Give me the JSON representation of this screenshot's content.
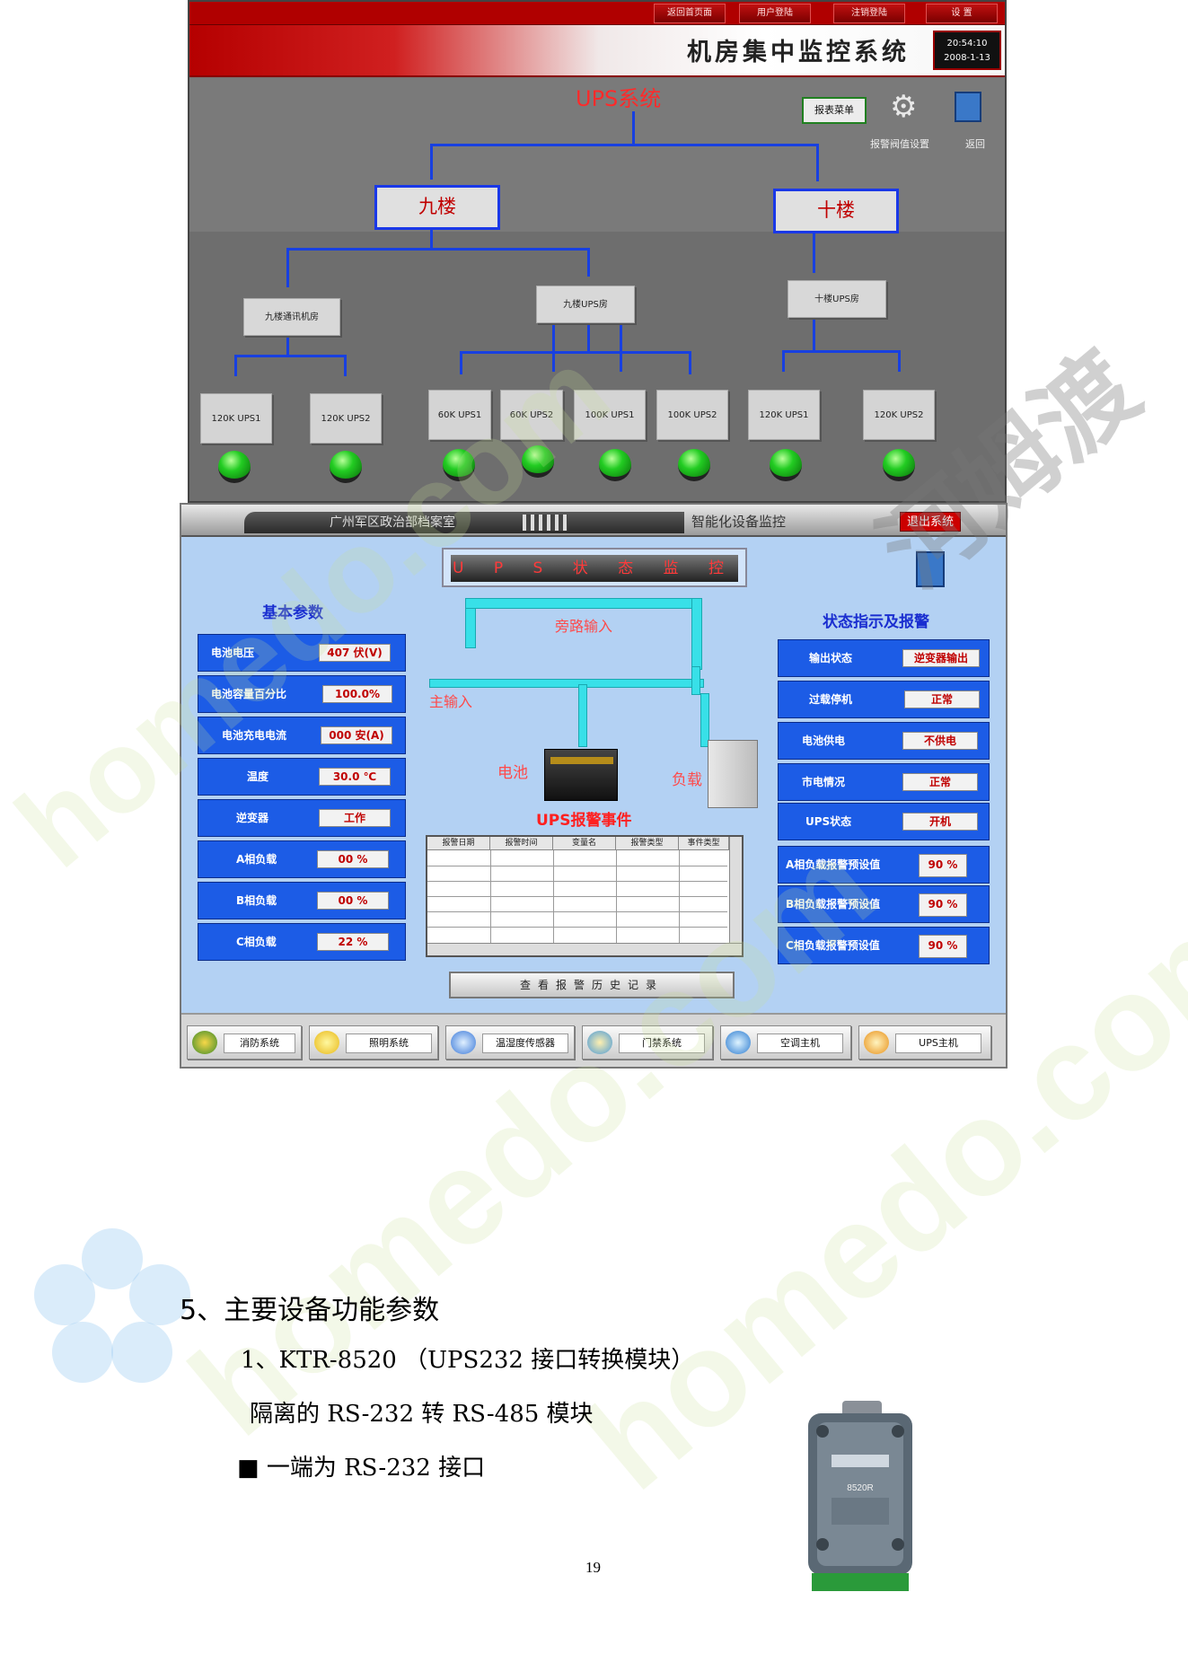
{
  "watermark": {
    "brand_text": "homedo.com",
    "cn_text": "河姆渡"
  },
  "screen1": {
    "nav_buttons": [
      "返回首页面",
      "用户登陆",
      "注销登陆",
      "设  置"
    ],
    "title": "机房集中监控系统",
    "clock": {
      "time": "20:54:10",
      "date": "2008-1-13"
    },
    "system_title": "UPS系统",
    "report_button": "报表菜单",
    "alarm_threshold_label": "报警阀值设置",
    "back_label": "返回",
    "floors": [
      "九楼",
      "十楼"
    ],
    "rooms": [
      "九楼通讯机房",
      "九楼UPS房",
      "十楼UPS房"
    ],
    "ups_units": [
      "120K UPS1",
      "120K UPS2",
      "60K UPS1",
      "60K UPS2",
      "100K UPS1",
      "100K UPS2",
      "120K UPS1",
      "120K UPS2"
    ],
    "status_color": "#22cc22"
  },
  "screen2": {
    "org_name": "广州军区政治部档案室",
    "system_name": "智能化设备监控",
    "exit_button": "退出系统",
    "title": "U P S 状 态 监 控",
    "basic_params_title": "基本参数",
    "basic_params": [
      {
        "label": "电池电压",
        "value": "407 伏(V)"
      },
      {
        "label": "电池容量百分比",
        "value": "100.0%"
      },
      {
        "label": "电池充电电流",
        "value": "000 安(A)"
      },
      {
        "label": "温度",
        "value": "30.0 ℃"
      },
      {
        "label": "逆变器",
        "value": "工作"
      },
      {
        "label": "A相负载",
        "value": "00   %"
      },
      {
        "label": "B相负载",
        "value": "00   %"
      },
      {
        "label": "C相负载",
        "value": "22   %"
      }
    ],
    "flow": {
      "bypass": "旁路输入",
      "main": "主输入",
      "battery": "电池",
      "load": "负载"
    },
    "alarm_title": "UPS报警事件",
    "alarm_columns": [
      "报警日期",
      "报警时间",
      "变量名",
      "报警类型",
      "事件类型"
    ],
    "history_button": "查看报警历史记录",
    "status_title": "状态指示及报警",
    "status_items": [
      {
        "label": "输出状态",
        "value": "逆变器输出"
      },
      {
        "label": "过载停机",
        "value": "正常"
      },
      {
        "label": "电池供电",
        "value": "不供电"
      },
      {
        "label": "市电情况",
        "value": "正常"
      },
      {
        "label": "UPS状态",
        "value": "开机"
      }
    ],
    "thresholds": [
      {
        "label": "A相负载报警预设值",
        "value": "90 %"
      },
      {
        "label": "B相负载报警预设值",
        "value": "90 %"
      },
      {
        "label": "C相负载报警预设值",
        "value": "90 %"
      }
    ],
    "bottom_tabs": [
      "消防系统",
      "照明系统",
      "温湿度传感器",
      "门禁系统",
      "空调主机",
      "UPS主机"
    ]
  },
  "document": {
    "heading": "5、主要设备功能参数",
    "line1": "1、KTR-8520 （UPS232 接口转换模块）",
    "line2": "隔离的 RS-232 转 RS-485 模块",
    "line3": "■  一端为 RS-232 接口",
    "page_number": "19",
    "module_label": "8520R"
  }
}
